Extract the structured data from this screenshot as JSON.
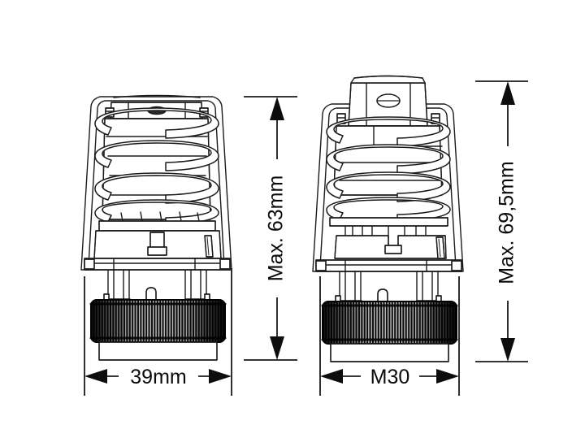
{
  "document": {
    "type": "technical-drawing",
    "subject": "Thermostatic valve actuator head",
    "background_color": "#ffffff",
    "line_color": "#1a1a1a",
    "fill_color": "#ffffff"
  },
  "views": [
    {
      "id": "left-view",
      "name": "Standard actuator view",
      "width_dimension": {
        "label": "39mm",
        "orientation": "horizontal",
        "arrow_style": "double-ended-filled"
      },
      "height_dimension": {
        "label": "Max. 63mm",
        "orientation": "vertical",
        "rotation_deg": -90,
        "arrow_style": "double-ended-filled"
      },
      "components": [
        "outer-shell",
        "coil-spring",
        "top-cap",
        "internal-piston",
        "base-flange",
        "knurled-ring",
        "connection-nut"
      ]
    },
    {
      "id": "right-view",
      "name": "M30 threaded actuator view",
      "width_dimension": {
        "label": "M30",
        "orientation": "horizontal",
        "arrow_style": "double-ended-filled"
      },
      "height_dimension": {
        "label": "Max. 69,5mm",
        "orientation": "vertical",
        "rotation_deg": -90,
        "arrow_style": "double-ended-filled"
      },
      "components": [
        "outer-shell",
        "protruding-cap",
        "oval-marking",
        "coil-spring",
        "internal-piston",
        "base-flange",
        "knurled-ring",
        "connection-nut"
      ]
    }
  ],
  "dimensions": {
    "left_width": "39mm",
    "left_height": "Max. 63mm",
    "right_width": "M30",
    "right_height": "Max. 69,5mm"
  },
  "style": {
    "knurl_dark": "#0b0b0b",
    "knurl_light": "#d8d8d8",
    "knurl_mid": "#8a8a8a",
    "stroke": "#1a1a1a",
    "text": "#0a0a0a"
  }
}
